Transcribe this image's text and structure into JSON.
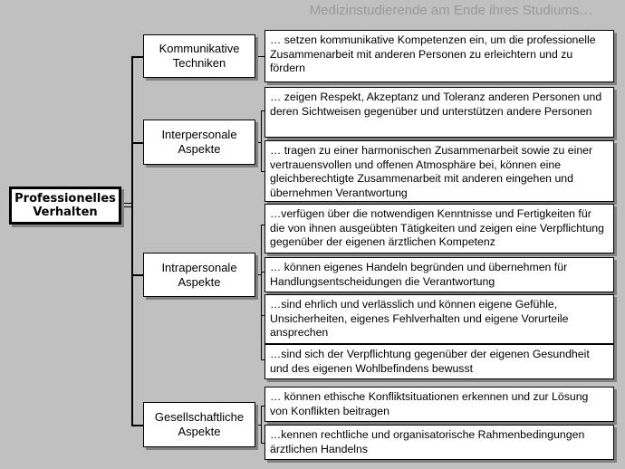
{
  "header": {
    "title": "Medizinstudierende am Ende ihres Studiums…"
  },
  "root": {
    "label": "Professionelles\nVerhalten"
  },
  "categories": [
    {
      "id": "kommunikative-techniken",
      "label": "Kommunikative\nTechniken",
      "details": [
        "… setzen kommunikative Kompetenzen ein, um die professionelle Zusammenarbeit mit anderen Personen zu erleichtern und zu fördern"
      ]
    },
    {
      "id": "interpersonale-aspekte",
      "label": "Interpersonale\nAspekte",
      "details": [
        "… zeigen Respekt, Akzeptanz und Toleranz anderen Personen und deren Sichtweisen gegenüber und unterstützen andere Personen",
        "… tragen zu einer harmonischen Zusammenarbeit sowie zu einer vertrauensvollen und offenen Atmosphäre bei, können eine gleichberechtigte Zusammenarbeit mit anderen eingehen und übernehmen Verantwortung"
      ]
    },
    {
      "id": "intrapersonale-aspekte",
      "label": "Intrapersonale\nAspekte",
      "details": [
        "…verfügen über die notwendigen Kenntnisse und Fertigkeiten für die von ihnen ausgeübten Tätigkeiten und zeigen eine Verpflichtung gegenüber der eigenen ärztlichen Kompetenz",
        "… können eigenes Handeln begründen und übernehmen für Handlungsentscheidungen die Verantwortung",
        "…sind ehrlich und verlässlich und können eigene Gefühle, Unsicherheiten, eigenes Fehlverhalten und eigene Vorurteile ansprechen",
        "…sind sich der Verpflichtung gegenüber der eigenen Gesundheit und des eigenen Wohlbefindens bewusst"
      ]
    },
    {
      "id": "gesellschaftliche-aspekte",
      "label": "Gesellschaftliche\nAspekte",
      "details": [
        "… können ethische Konfliktsituationen erkennen und zur Lösung von Konflikten beitragen",
        "…kennen rechtliche und organisatorische Rahmenbedingungen ärztlichen Handelns"
      ]
    }
  ],
  "colors": {
    "background": "#c0c0c0",
    "box_fill": "#ffffff",
    "border": "#000000",
    "shadow": "#808080",
    "header_text": "#9a9a9a"
  }
}
